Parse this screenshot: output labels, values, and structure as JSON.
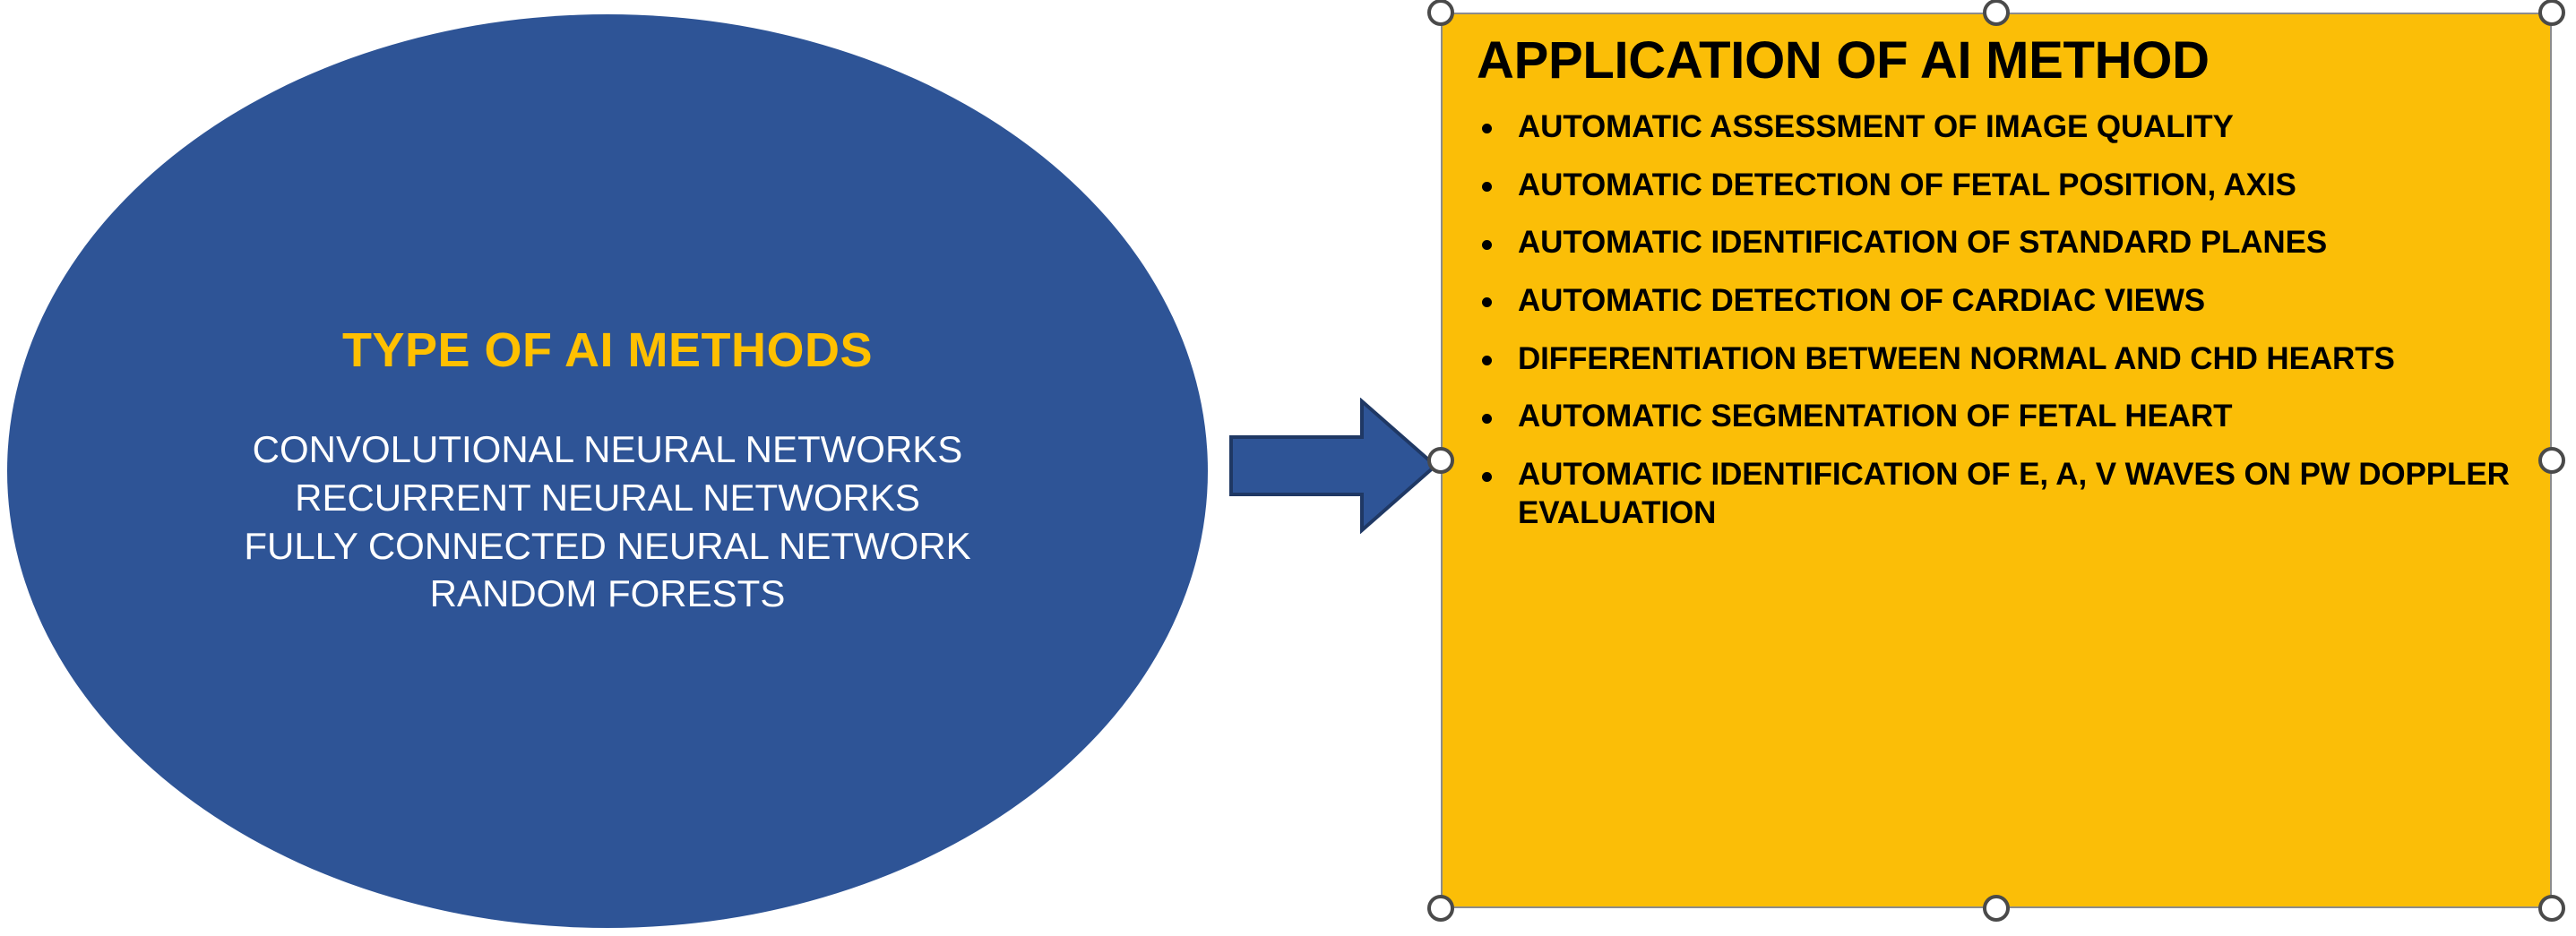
{
  "ellipse": {
    "title": "TYPE OF AI METHODS",
    "lines": [
      "CONVOLUTIONAL NEURAL NETWORKS",
      "RECURRENT NEURAL NETWORKS",
      "FULLY CONNECTED NEURAL NETWORK",
      "RANDOM FORESTS"
    ],
    "fill_color": "#2E5496",
    "title_color": "#FFC000",
    "text_color": "#FFFFFF"
  },
  "arrow": {
    "icon": "right-arrow-icon",
    "fill_color": "#2E5496",
    "stroke_color": "#1F3864"
  },
  "application_box": {
    "title": "APPLICATION OF AI METHOD",
    "fill_color": "#FBBE07",
    "border_color": "#8C8C8C",
    "text_color": "#000000",
    "bullets": [
      "AUTOMATIC ASSESSMENT OF IMAGE QUALITY",
      "AUTOMATIC DETECTION OF FETAL POSITION, AXIS",
      "AUTOMATIC IDENTIFICATION OF STANDARD PLANES",
      "AUTOMATIC DETECTION OF CARDIAC VIEWS",
      "DIFFERENTIATION BETWEEN NORMAL AND CHD HEARTS",
      "AUTOMATIC SEGMENTATION OF FETAL HEART",
      "AUTOMATIC IDENTIFICATION OF E, A, V WAVES ON PW DOPPLER EVALUATION"
    ]
  },
  "selection": {
    "handles": [
      "top-left",
      "top-center",
      "top-right",
      "middle-left",
      "middle-right",
      "bottom-left",
      "bottom-center",
      "bottom-right"
    ],
    "handle_fill": "#FFFFFF",
    "handle_border": "#4A4A4A"
  }
}
